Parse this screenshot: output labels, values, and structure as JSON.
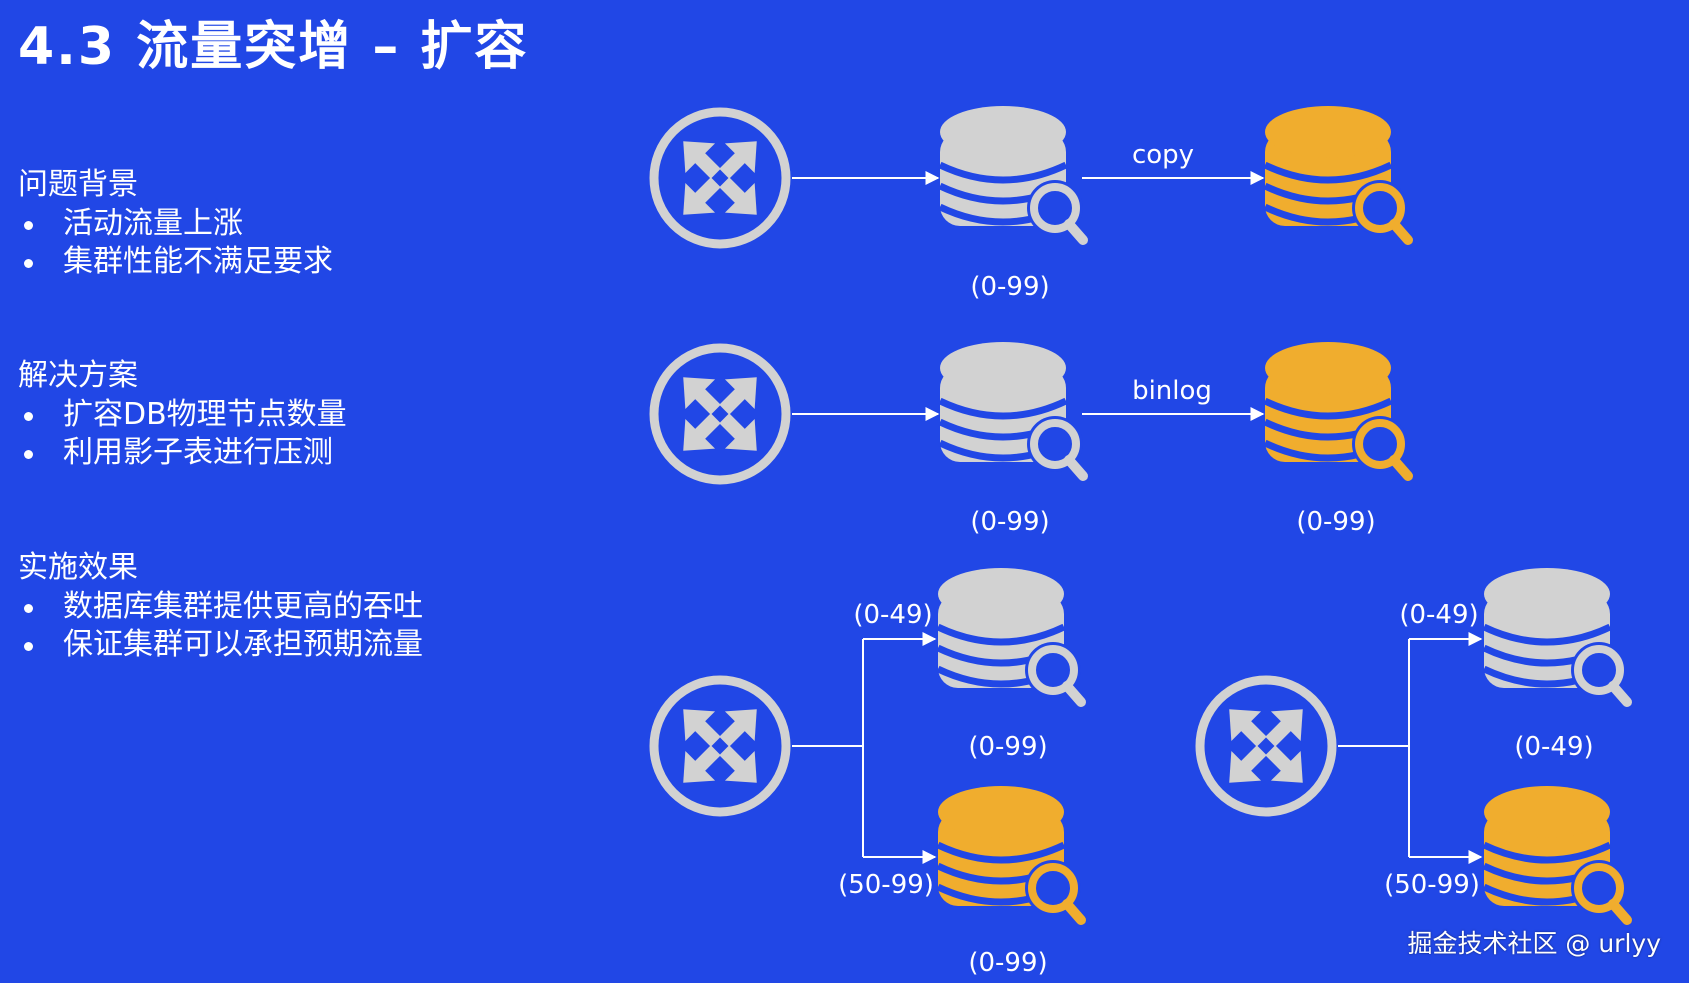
{
  "slide": {
    "title": "4.3 流量突增 – 扩容"
  },
  "sections": [
    {
      "heading": "问题背景",
      "items": [
        "活动流量上涨",
        "集群性能不满足要求"
      ]
    },
    {
      "heading": "解决方案",
      "items": [
        "扩容DB物理节点数量",
        "利用影子表进行压测"
      ]
    },
    {
      "heading": "实施效果",
      "items": [
        "数据库集群提供更高的吞吐",
        "保证集群可以承担预期流量"
      ]
    }
  ],
  "diagram": {
    "row1": {
      "edge_label": "copy",
      "source_range": "(0-99)"
    },
    "row2": {
      "edge_label": "binlog",
      "source_range": "(0-99)",
      "target_range": "(0-99)"
    },
    "row3_left": {
      "upper_route": "(0-49)",
      "upper_range": "(0-99)",
      "lower_route": "(50-99)",
      "lower_range": "(0-99)"
    },
    "row3_right": {
      "upper_route": "(0-49)",
      "upper_range": "(0-49)",
      "lower_route": "(50-99)"
    }
  },
  "watermark": "掘金技术社区 @ urlyy",
  "colors": {
    "background": "#2147e6",
    "router": "#d2d2d2",
    "db_gray": "#d2d2d2",
    "db_orange": "#f0ad2e",
    "stripe": "#2147e6",
    "text": "#ffffff"
  },
  "icons": [
    "router-icon",
    "database-search-icon"
  ]
}
